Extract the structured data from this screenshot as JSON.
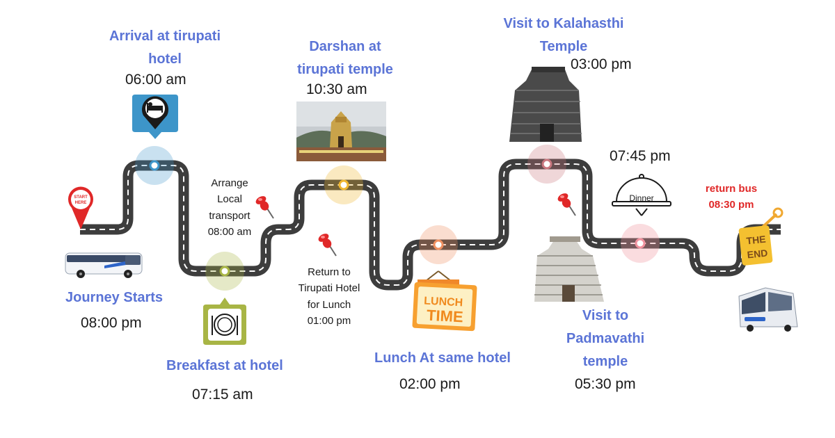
{
  "stops": {
    "journey_start": {
      "title": "Journey Starts",
      "time": "08:00 pm"
    },
    "arrival": {
      "title": [
        "Arrival at tirupati",
        "hotel"
      ],
      "time": "06:00 am"
    },
    "breakfast": {
      "title": "Breakfast at hotel",
      "time": "07:15 am"
    },
    "transport": {
      "lines": [
        "Arrange",
        "Local",
        "transport",
        "08:00 am"
      ]
    },
    "darshan": {
      "title": [
        "Darshan at",
        "tirupati temple"
      ],
      "time": "10:30 am"
    },
    "return_lunch": {
      "lines": [
        "Return to",
        "Tirupati Hotel",
        "for Lunch",
        "01:00 pm"
      ]
    },
    "lunch": {
      "title": "Lunch At same hotel",
      "time": "02:00 pm"
    },
    "kalahasthi": {
      "title": [
        "Visit to Kalahasthi",
        "Temple"
      ],
      "time": "03:00 pm"
    },
    "padmavathi": {
      "title": [
        "Visit to",
        "Padmavathi",
        "temple"
      ],
      "time": "05:30 pm"
    },
    "dinner": {
      "time": "07:45 pm",
      "sign": "Dinner"
    },
    "return_bus": {
      "lines": [
        "return bus",
        "08:30 pm"
      ]
    }
  },
  "signs": {
    "start": [
      "START",
      "HERE"
    ],
    "lunch_time": [
      "LUNCH",
      "TIME"
    ],
    "the_end": [
      "THE",
      "END"
    ]
  },
  "colors": {
    "title": "#5b74d6",
    "road": "#3d3d3d",
    "pin_red": "#e02828",
    "marker_blue": "#3d95c9",
    "marker_green": "#a8b545",
    "marker_amber": "#f0b62f",
    "marker_orange": "#f08f5f",
    "marker_rose": "#e0969f",
    "marker_pink": "#f0919d"
  }
}
